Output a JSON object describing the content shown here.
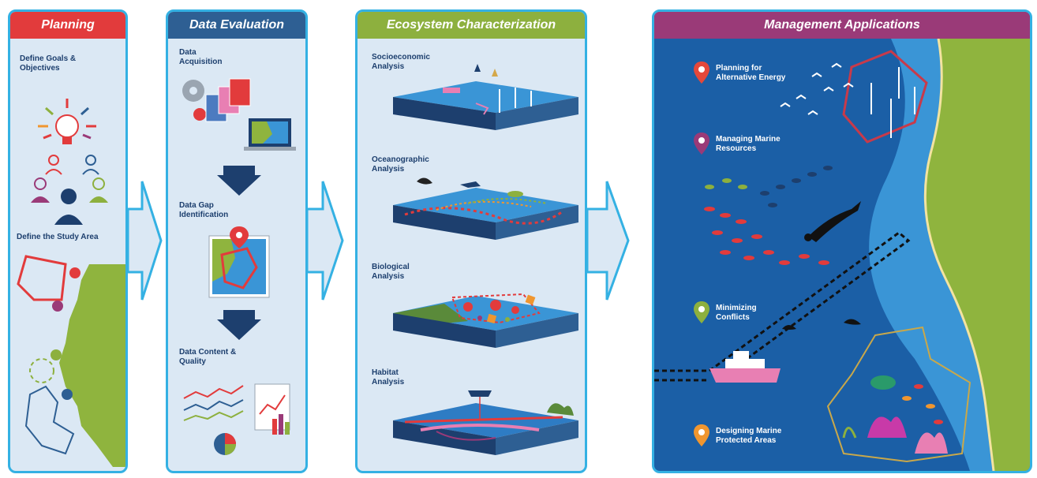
{
  "panels": {
    "planning": {
      "title": "Planning",
      "color": "#e23b3c",
      "goals_label": [
        "Define Goals &",
        "Objectives"
      ],
      "study_area_label": "Define the Study Area"
    },
    "data_evaluation": {
      "title": "Data Evaluation",
      "color": "#2e5f93",
      "acquisition_label": [
        "Data",
        "Acquisition"
      ],
      "gap_label": [
        "Data Gap",
        "Identification"
      ],
      "content_label": [
        "Data Content &",
        "Quality"
      ]
    },
    "ecosystem": {
      "title": "Ecosystem Characterization",
      "color": "#8db03e",
      "analyses": [
        [
          "Socioeconomic",
          "Analysis"
        ],
        [
          "Oceanographic",
          "Analysis"
        ],
        [
          "Biological",
          "Analysis"
        ],
        [
          "Habitat",
          "Analysis"
        ]
      ]
    },
    "management": {
      "title": "Management Applications",
      "color": "#9a3a78",
      "applications": [
        {
          "label": [
            "Planning for",
            "Alternative Energy"
          ],
          "pin_color": "#e5483a"
        },
        {
          "label": [
            "Managing Marine",
            "Resources"
          ],
          "pin_color": "#9a3a78"
        },
        {
          "label": [
            "Minimizing",
            "Conflicts"
          ],
          "pin_color": "#8db03e"
        },
        {
          "label": [
            "Designing Marine",
            "Protected Areas"
          ],
          "pin_color": "#f0962f"
        }
      ]
    }
  },
  "colors": {
    "panel_border": "#34b1e3",
    "panel_bg": "#dbe8f4",
    "ocean_dark": "#1b5fa6",
    "ocean_light": "#3a95d6",
    "land": "#8fb43e"
  }
}
